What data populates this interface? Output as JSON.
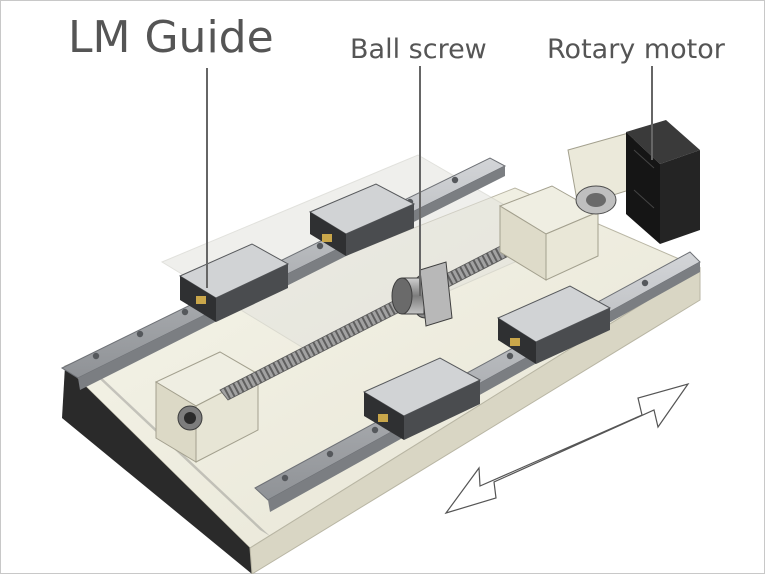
{
  "labels": {
    "lm_guide": "LM Guide",
    "ball_screw": "Ball screw",
    "rotary_motor": "Rotary motor"
  },
  "icons": {
    "motion_arrow": "double-headed-arrow"
  },
  "colors": {
    "base_plate": "#efeee2",
    "rail": "#a9acaf",
    "block": "#3a3b3d",
    "motor": "#1c1c1c",
    "screw": "#9a9a9a",
    "label_text": "#555555",
    "leader_line": "#666666"
  }
}
